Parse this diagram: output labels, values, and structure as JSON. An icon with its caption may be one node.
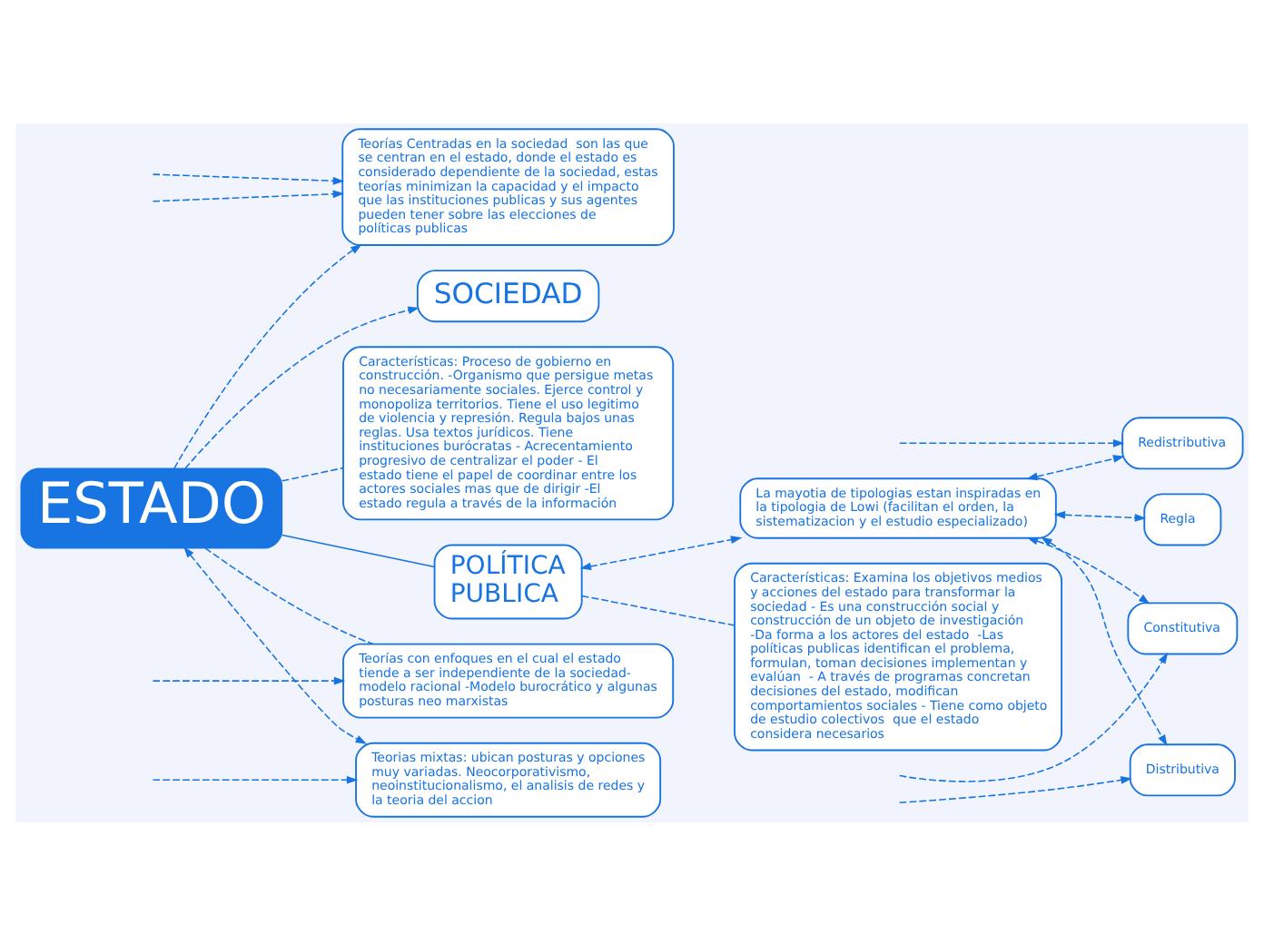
{
  "diagram": {
    "nodes": [
      {
        "text": [
          "ESTADO"
        ]
      },
      {
        "text": [
          "SOCIEDAD"
        ]
      },
      {
        "text": [
          "Características: Proceso de gobierno en construcción. -Organismo que persigue metas no necesariamente sociales. Ejerce control y monopoliza territorios. Tiene el uso legitimo de violencia y represión. Regula bajos unas reglas. Usa textos jurídicos. Tiene instituciones burócratas - Acrecentamiento progresivo de centralizar el poder - El estado tiene el papel de coordinar entre los actores sociales mas que de dirigir -El estado regula a través de la información"
        ]
      },
      {
        "text": [
          "Teorías Centradas en la sociedad  son las que se centran en el estado, donde el estado es considerado dependiente de la sociedad, estas teorías minimizan la capacidad y el impacto que las instituciones publicas y sus agentes pueden tener sobre las elecciones de políticas publicas"
        ]
      },
      {
        "text": [
          "Teorías con enfoques en el cual el estado tiende a ser independiente de la sociedad- modelo racional -Modelo burocrático y algunas posturas neo marxistas"
        ]
      },
      {
        "text": [
          "Teorias mixtas: ubican posturas y opciones muy variadas. Neocorporativismo, neoinstitucionalismo, el analisis de redes y la teoria del accion"
        ]
      },
      {
        "text": [
          "Características: Examina los objetivos medios y acciones del estado para transformar la sociedad - Es una construcción social y construcción de un objeto de investigación  -Da forma a los actores del estado  -Las políticas publicas identifican el problema, formulan, toman decisiones implementan y evalúan  - A través de programas concretan decisiones del estado, modifican comportamientos sociales - Tiene como objeto de estudio colectivos  que el estado considera necesarios"
        ]
      },
      {
        "text": [
          "POLÍTICA PUBLICA"
        ]
      },
      {
        "text": [
          "La mayotia de tipologias estan inspiradas en la tipologia de Lowi (facilitan el orden, la sistematizacion y el estudio especializado)"
        ]
      },
      {
        "text": [
          "Redistributiva"
        ]
      },
      {
        "text": [
          "Constitutiva"
        ]
      },
      {
        "text": [
          "Distributiva"
        ]
      },
      {
        "text": [
          "Regla"
        ]
      }
    ],
    "edges": [
      {
        "from": 0,
        "to": 1,
        "arrow": "to",
        "style": "dashed"
      },
      {
        "from": 0,
        "to": 2,
        "arrow": "none",
        "style": "dashed"
      },
      {
        "from": 0,
        "to": 3,
        "arrow": "to",
        "style": "dashed"
      },
      {
        "from": 0,
        "to": 4,
        "arrow": "none",
        "style": "dashed"
      },
      {
        "from": 0,
        "to": 5,
        "arrow": "both",
        "style": "dashed"
      },
      {
        "from": 0,
        "to": 7,
        "arrow": "none"
      },
      {
        "from": 7,
        "to": 6,
        "arrow": "none",
        "style": "dashed"
      },
      {
        "from": 7,
        "to": 8,
        "arrow": "both",
        "style": "dashed"
      },
      {
        "from": 8,
        "to": 9,
        "arrow": "both",
        "style": "dashed"
      },
      {
        "from": 8,
        "to": 10,
        "arrow": "both",
        "style": "dashed"
      },
      {
        "from": 8,
        "to": 11,
        "arrow": "both",
        "style": "dashed"
      },
      {
        "from": 8,
        "to": 12,
        "arrow": "both",
        "style": "dashed"
      },
      {
        "from": null,
        "to": 3,
        "arrow": "to",
        "style": "dashed"
      },
      {
        "from": null,
        "to": 3,
        "arrow": "to",
        "style": "dashed"
      },
      {
        "from": null,
        "to": 4,
        "arrow": "to",
        "style": "dashed"
      },
      {
        "from": null,
        "to": 5,
        "arrow": "to",
        "style": "dashed"
      },
      {
        "from": null,
        "to": 9,
        "arrow": "to",
        "style": "dashed"
      },
      {
        "from": null,
        "to": 10,
        "arrow": "to",
        "style": "dashed"
      },
      {
        "from": null,
        "to": 11,
        "arrow": "to",
        "style": "dashed"
      }
    ]
  }
}
